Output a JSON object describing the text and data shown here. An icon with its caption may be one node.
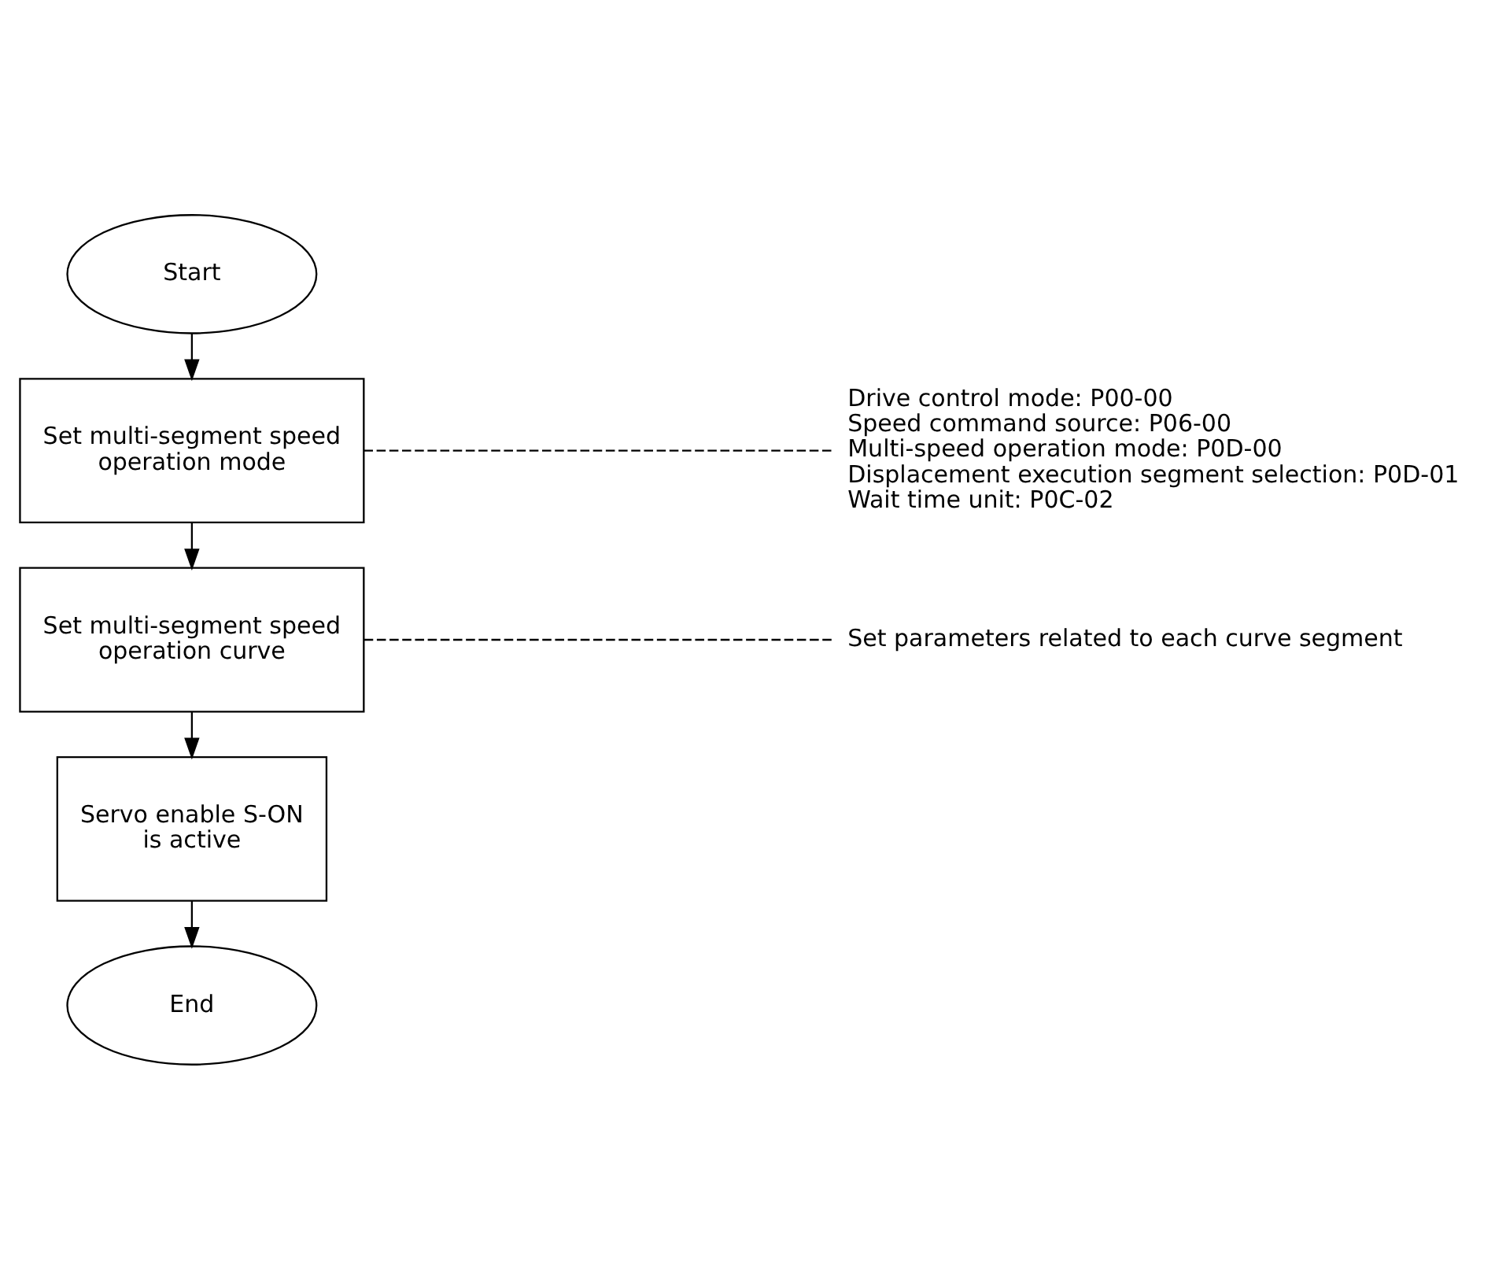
{
  "diagram": {
    "nodes": [
      {
        "text": [
          "Start"
        ]
      },
      {
        "text": [
          "Set multi-segment speed operation mode"
        ]
      },
      {
        "text": [
          "Set multi-segment speed operation curve"
        ]
      },
      {
        "text": [
          "Servo enable S-ON is active"
        ]
      },
      {
        "text": [
          "End"
        ]
      },
      {
        "text": [
          "Drive control mode: P00-00",
          "Speed command source: P06-00",
          "Multi-speed operation mode: P0D-00",
          "Displacement execution segment selection: P0D-01",
          "Wait time unit: P0C-02"
        ]
      },
      {
        "text": [
          "Set parameters related to each curve segment"
        ]
      }
    ],
    "edges": [
      {
        "from": 0,
        "to": 1,
        "arrow": "to"
      },
      {
        "from": 1,
        "to": 2,
        "arrow": "to"
      },
      {
        "from": 2,
        "to": 3,
        "arrow": "to"
      },
      {
        "from": 3,
        "to": 4,
        "arrow": "to"
      },
      {
        "from": 1,
        "to": 5,
        "arrow": "none",
        "style": "dashed"
      },
      {
        "from": 2,
        "to": 6,
        "arrow": "none",
        "style": "dashed"
      }
    ]
  }
}
